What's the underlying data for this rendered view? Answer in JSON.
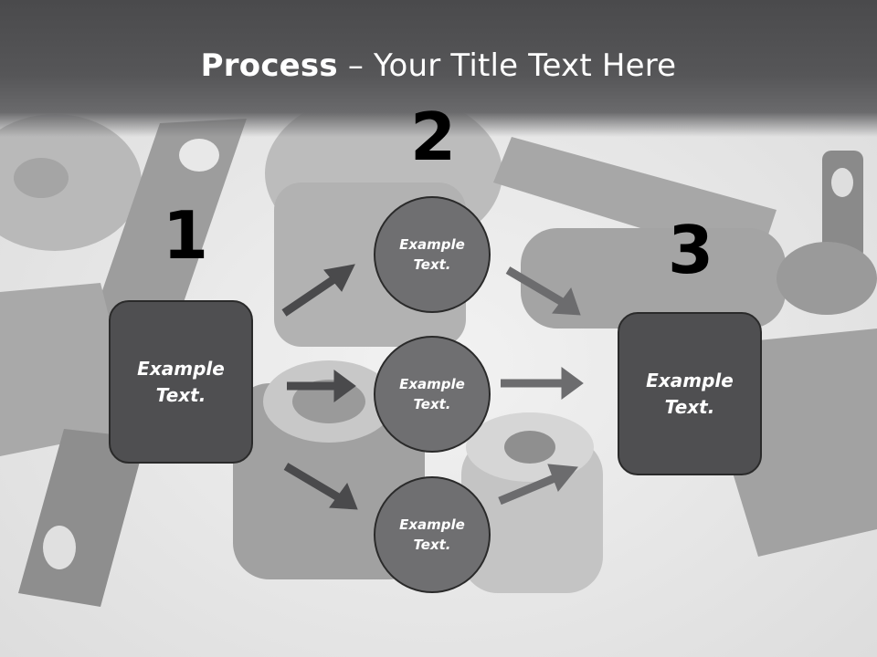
{
  "title": {
    "bold": "Process",
    "separator": " – ",
    "rest": "Your Title Text Here"
  },
  "steps": {
    "one": "1",
    "two": "2",
    "three": "3"
  },
  "left_box": {
    "line1": "Example",
    "line2": "Text."
  },
  "circles": [
    {
      "line1": "Example",
      "line2": "Text."
    },
    {
      "line1": "Example",
      "line2": "Text."
    },
    {
      "line1": "Example",
      "line2": "Text."
    }
  ],
  "right_box": {
    "line1": "Example",
    "line2": "Text."
  },
  "colors": {
    "header": "#4a4a4c",
    "box": "#4f4f51",
    "circle": "#6f6f71",
    "arrow_dark": "#4a4a4c",
    "arrow_light": "#6c6c6e"
  }
}
